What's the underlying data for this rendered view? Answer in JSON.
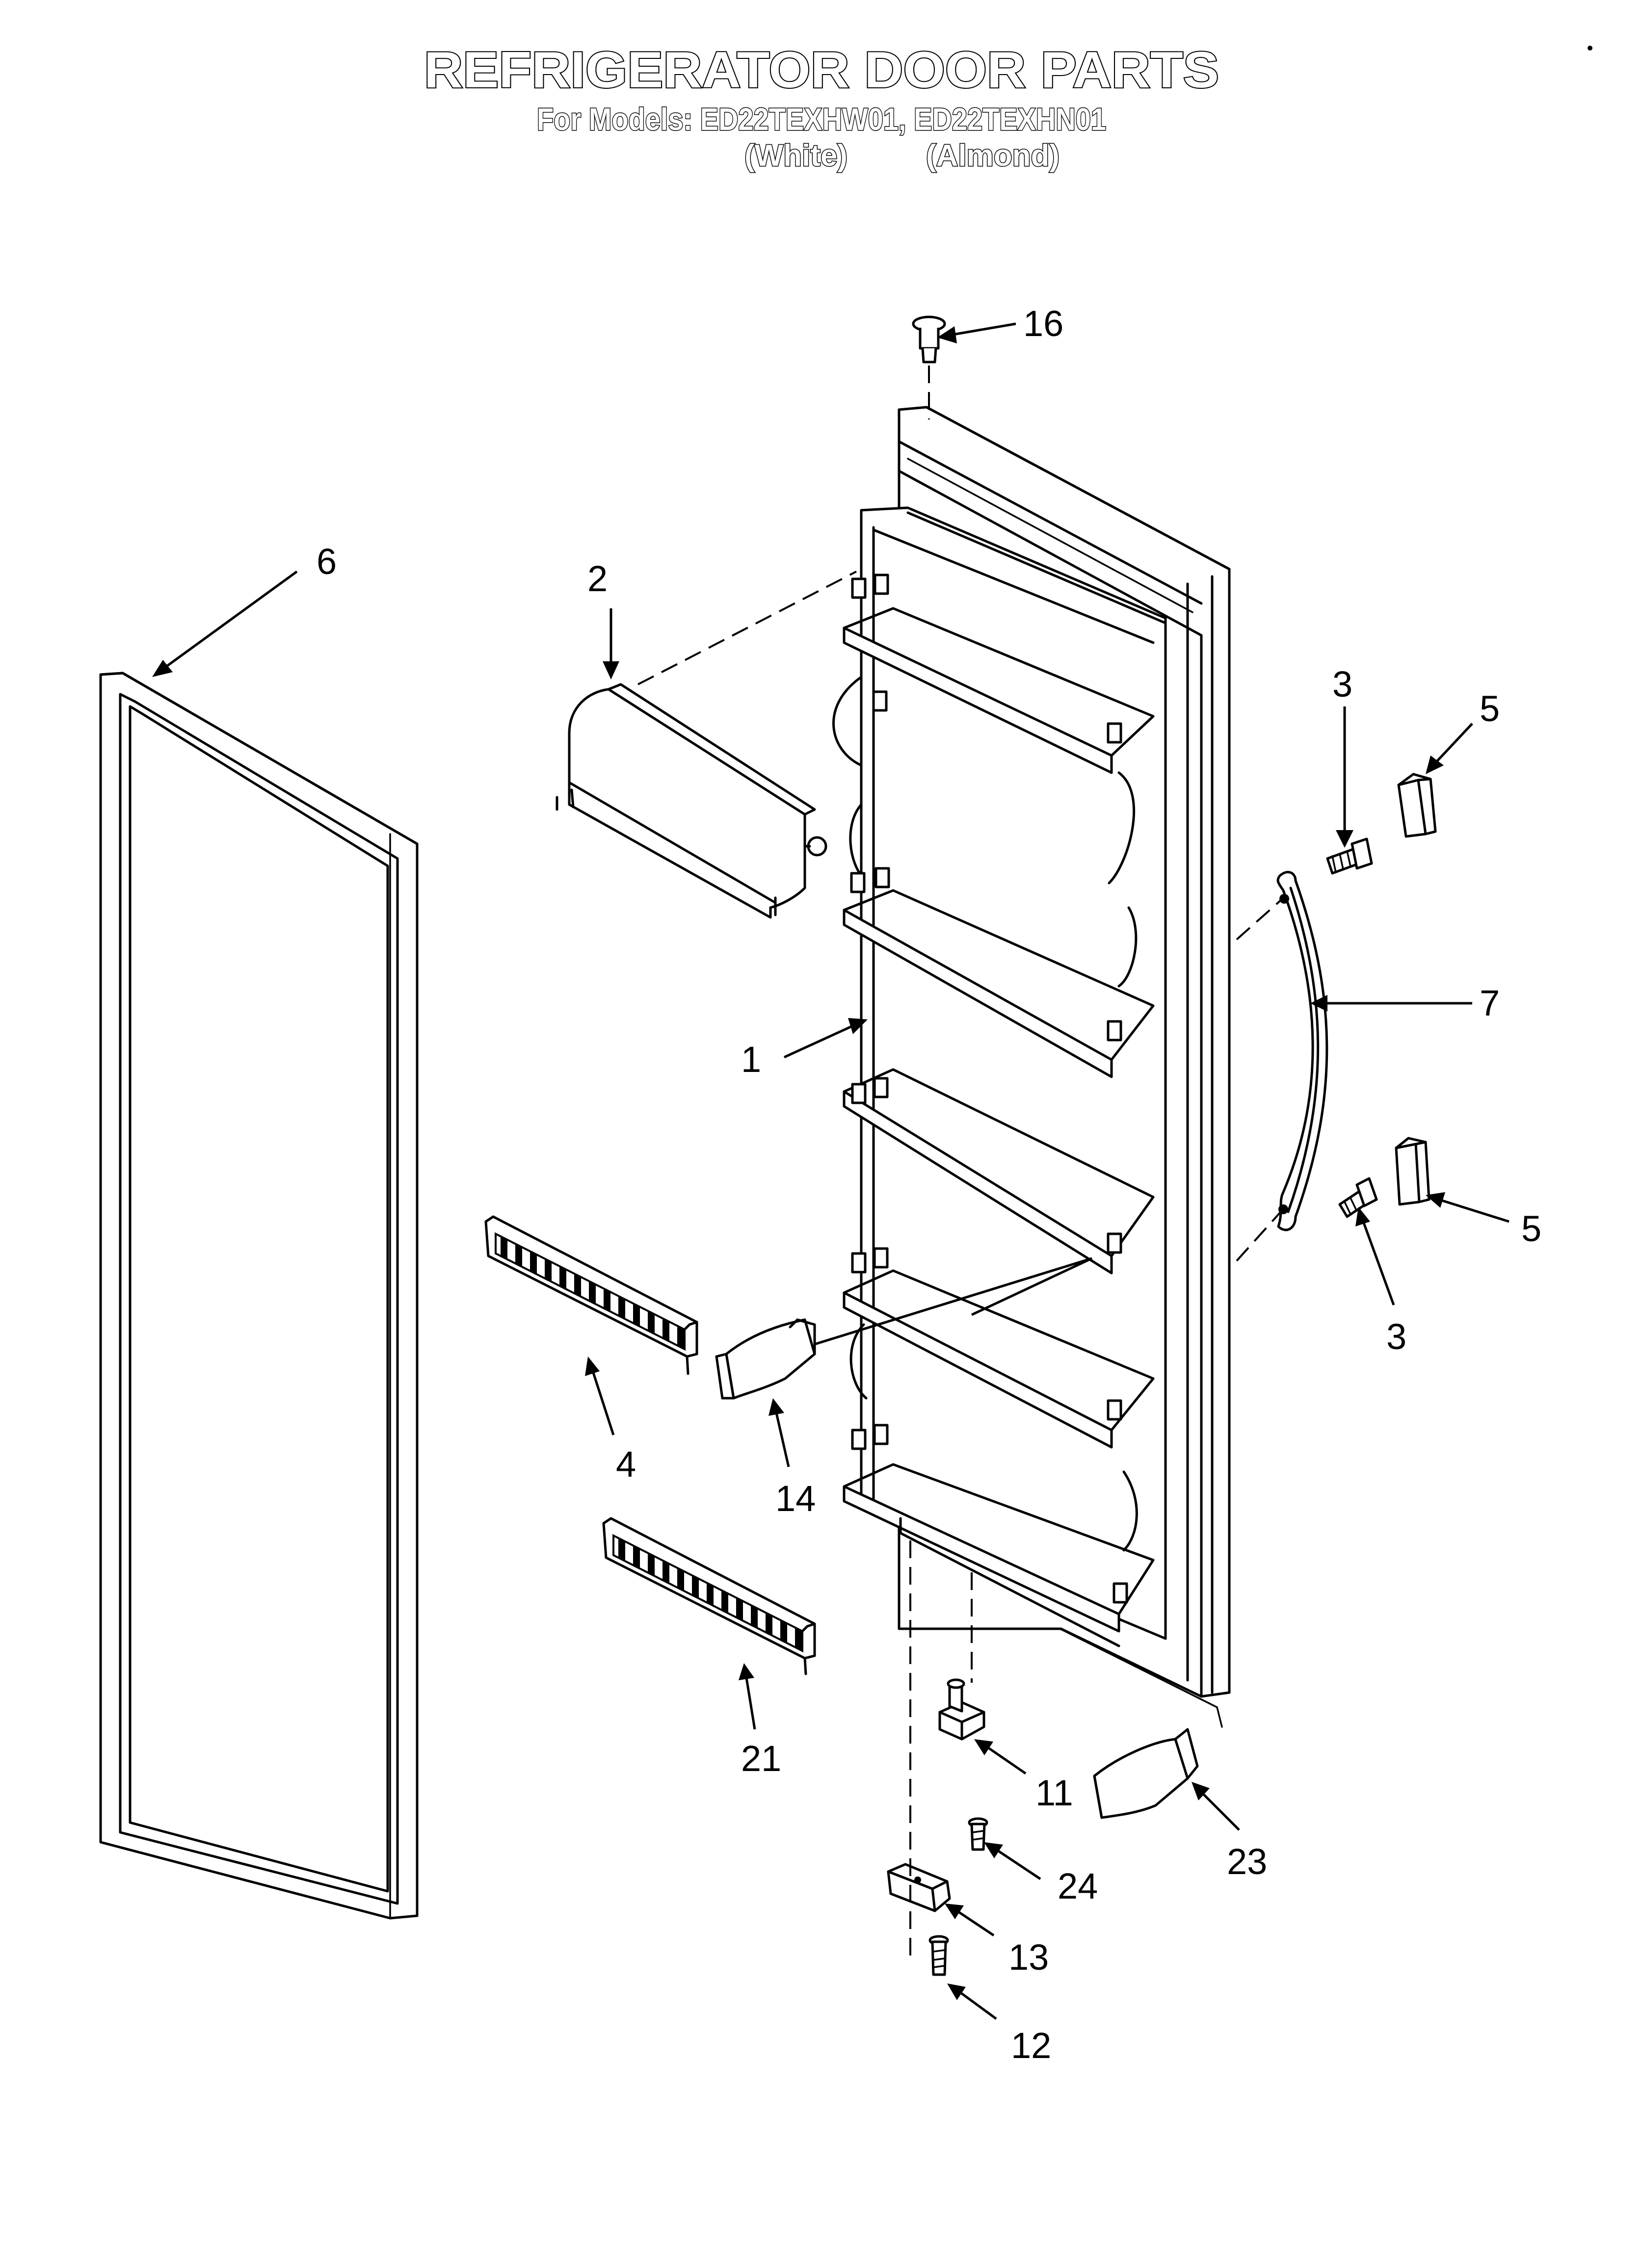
{
  "header": {
    "title": "REFRIGERATOR DOOR PARTS",
    "models_line": "For Models: ED22TEXHW01, ED22TEXHN01",
    "variant_white": "(White)",
    "variant_almond": "(Almond)"
  },
  "callouts": [
    {
      "id": "c16",
      "label": "16"
    },
    {
      "id": "c6",
      "label": "6"
    },
    {
      "id": "c2",
      "label": "2"
    },
    {
      "id": "c3a",
      "label": "3"
    },
    {
      "id": "c5a",
      "label": "5"
    },
    {
      "id": "c7",
      "label": "7"
    },
    {
      "id": "c1",
      "label": "1"
    },
    {
      "id": "c5b",
      "label": "5"
    },
    {
      "id": "c3b",
      "label": "3"
    },
    {
      "id": "c4",
      "label": "4"
    },
    {
      "id": "c14",
      "label": "14"
    },
    {
      "id": "c21",
      "label": "21"
    },
    {
      "id": "c11",
      "label": "11"
    },
    {
      "id": "c23",
      "label": "23"
    },
    {
      "id": "c24",
      "label": "24"
    },
    {
      "id": "c13",
      "label": "13"
    },
    {
      "id": "c12",
      "label": "12"
    }
  ]
}
